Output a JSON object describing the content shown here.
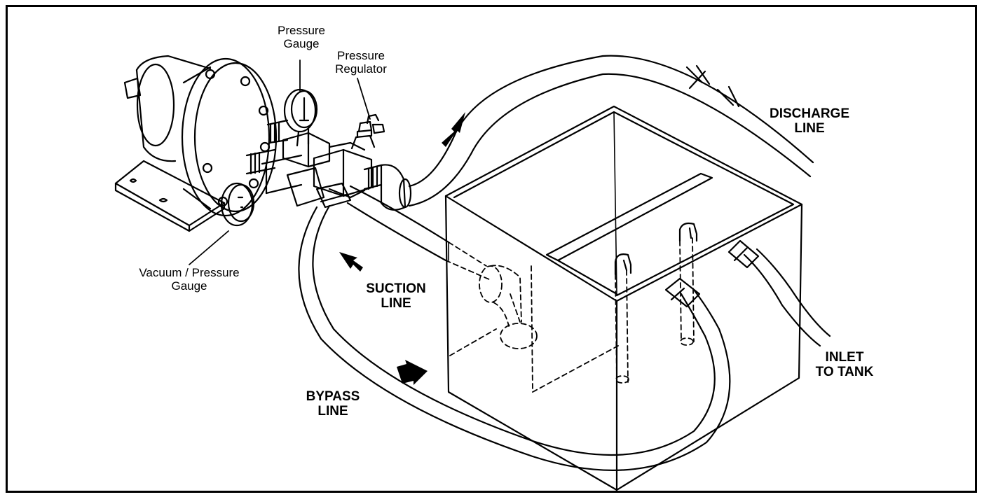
{
  "labels": {
    "pressure_gauge": [
      "Pressure",
      "Gauge"
    ],
    "pressure_regulator": [
      "Pressure",
      "Regulator"
    ],
    "discharge_line": [
      "DISCHARGE",
      "LINE"
    ],
    "vacuum_pressure_gauge": [
      "Vacuum / Pressure",
      "Gauge"
    ],
    "suction_line": [
      "SUCTION",
      "LINE"
    ],
    "bypass_line": [
      "BYPASS",
      "LINE"
    ],
    "inlet_to_tank": [
      "INLET",
      "TO TANK"
    ]
  },
  "colors": {
    "line": "#000000",
    "background": "#ffffff"
  }
}
